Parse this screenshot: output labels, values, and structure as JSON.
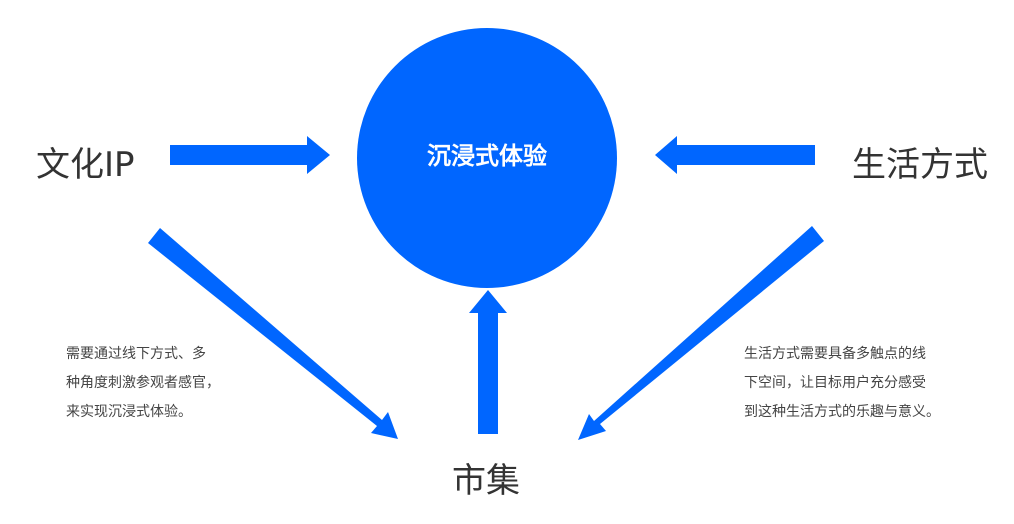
{
  "nodes": {
    "center": "沉浸式体验",
    "left": "文化IP",
    "right": "生活方式",
    "bottom": "市集"
  },
  "notes": {
    "left": [
      "需要通过线下方式、多",
      "种角度刺激参观者感官，",
      "来实现沉浸式体验。"
    ],
    "right": [
      "生活方式需要具备多触点的线",
      "下空间，让目标用户充分感受",
      "到这种生活方式的乐趣与意义。"
    ]
  },
  "colors": {
    "accent": "#0066ff",
    "label_text": "#333333",
    "note_text": "#444444"
  }
}
